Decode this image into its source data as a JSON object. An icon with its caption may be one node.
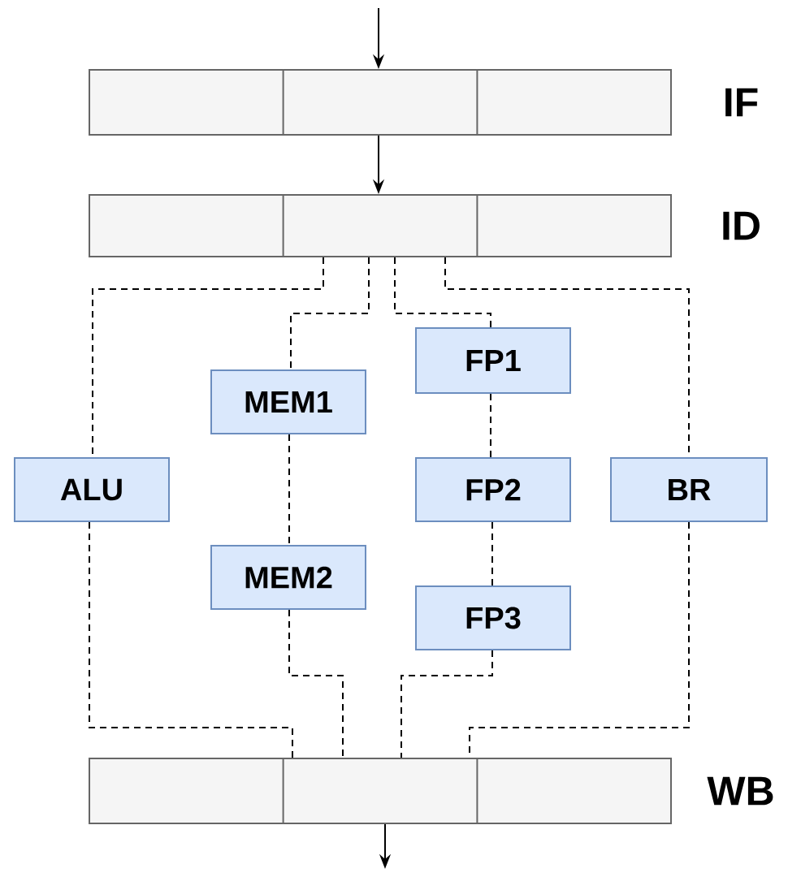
{
  "diagram": {
    "nodes": [
      {
        "text": [],
        "shape": "bar",
        "beside": [
          "IF"
        ]
      },
      {
        "text": [],
        "shape": "bar",
        "beside": [
          "ID"
        ]
      },
      {
        "text": [
          "FP1"
        ]
      },
      {
        "text": [
          "MEM1"
        ]
      },
      {
        "text": [
          "ALU"
        ]
      },
      {
        "text": [
          "FP2"
        ]
      },
      {
        "text": [
          "BR"
        ]
      },
      {
        "text": [
          "MEM2"
        ]
      },
      {
        "text": [
          "FP3"
        ]
      },
      {
        "text": [],
        "shape": "bar",
        "beside": [
          "WB"
        ]
      }
    ],
    "edges": [
      {
        "from": null,
        "to": 0,
        "arrow": "to"
      },
      {
        "from": 0,
        "to": 1,
        "arrow": "to"
      },
      {
        "from": 1,
        "to": 4,
        "arrow": "none",
        "style": "dashed"
      },
      {
        "from": 1,
        "to": 3,
        "arrow": "none",
        "style": "dashed"
      },
      {
        "from": 1,
        "to": 2,
        "arrow": "none",
        "style": "dashed"
      },
      {
        "from": 1,
        "to": 6,
        "arrow": "none",
        "style": "dashed"
      },
      {
        "from": 3,
        "to": 7,
        "arrow": "none",
        "style": "dashed"
      },
      {
        "from": 2,
        "to": 5,
        "arrow": "none",
        "style": "dashed"
      },
      {
        "from": 5,
        "to": 8,
        "arrow": "none",
        "style": "dashed"
      },
      {
        "from": 4,
        "to": 9,
        "arrow": "none",
        "style": "dashed"
      },
      {
        "from": 7,
        "to": 9,
        "arrow": "none",
        "style": "dashed"
      },
      {
        "from": 8,
        "to": 9,
        "arrow": "none",
        "style": "dashed"
      },
      {
        "from": 6,
        "to": 9,
        "arrow": "none",
        "style": "dashed"
      },
      {
        "from": 9,
        "to": null,
        "arrow": "to"
      }
    ]
  }
}
